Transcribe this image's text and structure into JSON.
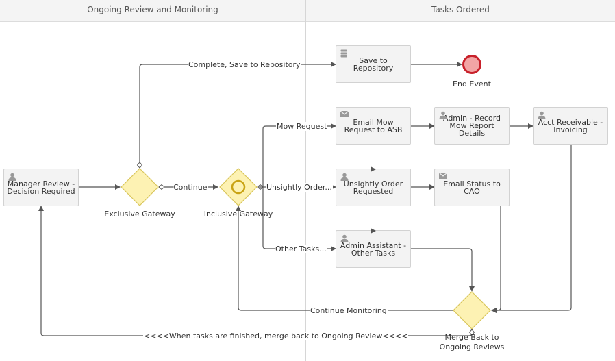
{
  "lanes": {
    "left": "Ongoing Review and Monitoring",
    "right": "Tasks Ordered"
  },
  "tasks": {
    "manager_review": "Manager Review - Decision Required",
    "save_repo": "Save to Repository",
    "email_mow": "Email Mow Request to ASB",
    "admin_record": "Admin - Record Mow Report Details",
    "acct_receivable": "Acct Receivable - Invoicing",
    "unsightly": "Unsightly Order Requested",
    "email_status": "Email Status to CAO",
    "admin_assistant": "Admin Assistant - Other Tasks"
  },
  "events": {
    "end_event": "End Event"
  },
  "gateways": {
    "exclusive": "Exclusive Gateway",
    "inclusive": "Inclusive Gateway",
    "merge": "Merge Back to Ongoing Reviews"
  },
  "flows": {
    "complete": "Complete, Save to Repository",
    "continue": "Continue",
    "mow_request": "Mow Request",
    "unsightly": "Unsightly Order...",
    "other_tasks": "Other Tasks...",
    "continue_monitoring": "Continue Monitoring",
    "merge_back": "<<<<When tasks are finished, merge back to Ongoing Review<<<<"
  },
  "colors": {
    "gateway_fill": "#fdf2b3",
    "gateway_stroke": "#d9c65c",
    "end_fill": "#f2a5a5",
    "end_stroke": "#c8202a",
    "task_fill": "#f3f3f3",
    "connector": "#555555"
  },
  "icons": {
    "user_task": "user-icon",
    "send_task": "envelope-icon",
    "service_task": "database-icon",
    "manual_task": "play-marker-icon"
  }
}
